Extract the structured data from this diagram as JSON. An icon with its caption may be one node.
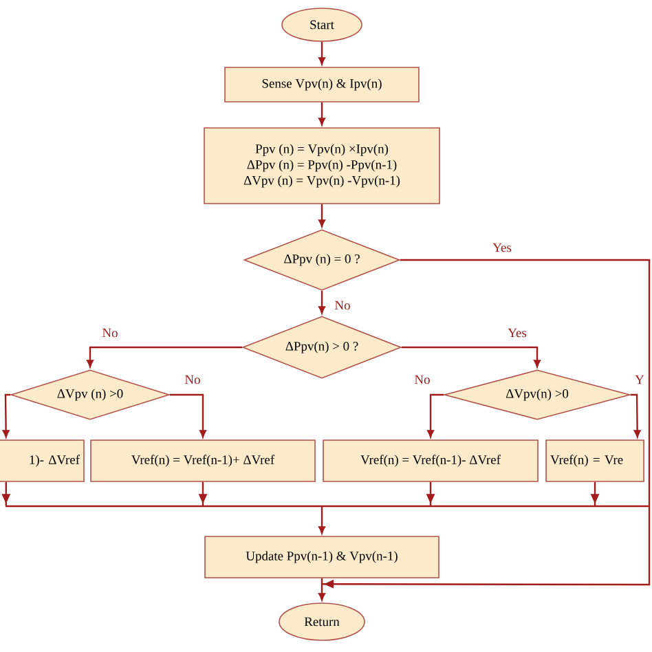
{
  "diagram": {
    "nodes": [
      {
        "text": [
          "Start"
        ]
      },
      {
        "text": [
          "Sense Vpv(n) & Ipv(n)"
        ]
      },
      {
        "text": [
          "Ppv (n) = Vpv(n) ×Ipv(n)",
          "ΔPpv (n) = Ppv(n) -Ppv(n-1)",
          "ΔVpv (n) = Vpv(n) -Vpv(n-1)"
        ]
      },
      {
        "text": [
          "ΔPpv (n) = 0 ?"
        ]
      },
      {
        "text": [
          "ΔPpv(n) > 0 ?"
        ]
      },
      {
        "text": [
          "ΔVpv (n) >0"
        ]
      },
      {
        "text": [
          "ΔVpv(n) >0"
        ]
      },
      {
        "text": [
          "1)- ΔVref"
        ]
      },
      {
        "text": [
          "Vref(n) = Vref(n-1)+ ΔVref"
        ]
      },
      {
        "text": [
          "Vref(n) = Vref(n-1)- ΔVref"
        ]
      },
      {
        "text": [
          "Vref(n) = Vre"
        ]
      },
      {
        "text": [
          "Update Ppv(n-1) & Vpv(n-1)"
        ]
      },
      {
        "text": [
          "Return"
        ]
      }
    ],
    "edges": [
      {
        "from": 0,
        "to": 1,
        "arrow": "to"
      },
      {
        "from": 1,
        "to": 2,
        "arrow": "to"
      },
      {
        "from": 2,
        "to": 3,
        "arrow": "to"
      },
      {
        "from": 3,
        "to": 4,
        "arrow": "to",
        "label": "No"
      },
      {
        "from": 3,
        "to": 12,
        "arrow": "to",
        "label": "Yes"
      },
      {
        "from": 4,
        "to": 5,
        "arrow": "to",
        "label": "No"
      },
      {
        "from": 4,
        "to": 6,
        "arrow": "to",
        "label": "Yes"
      },
      {
        "from": 5,
        "to": 7,
        "arrow": "to"
      },
      {
        "from": 5,
        "to": 8,
        "arrow": "to",
        "label": "No"
      },
      {
        "from": 6,
        "to": 9,
        "arrow": "to",
        "label": "No"
      },
      {
        "from": 6,
        "to": 10,
        "arrow": "to",
        "label": "Y"
      },
      {
        "from": 7,
        "to": 11,
        "arrow": "to"
      },
      {
        "from": 8,
        "to": 11,
        "arrow": "to"
      },
      {
        "from": 9,
        "to": 11,
        "arrow": "to"
      },
      {
        "from": 10,
        "to": 11,
        "arrow": "to"
      },
      {
        "from": 11,
        "to": 12,
        "arrow": "to"
      }
    ]
  }
}
